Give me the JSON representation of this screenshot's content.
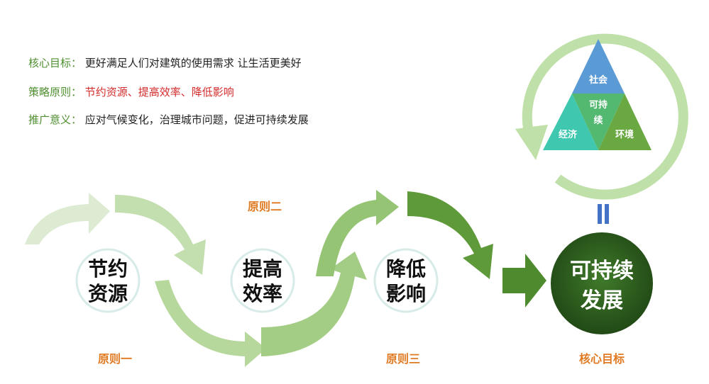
{
  "info": {
    "core_goal": {
      "label": "核心目标：",
      "text": "更好满足人们对建筑的使用需求  让生活更美好"
    },
    "strategy": {
      "label": "策略原则：",
      "text": "节约资源、提高效率、降低影响"
    },
    "promotion": {
      "label": "推广意义：",
      "text": "应对气候变化，治理城市问题，促进可持续发展"
    }
  },
  "principles": [
    {
      "label": "原则一",
      "line1": "节约",
      "line2": "资源"
    },
    {
      "label": "原则二",
      "line1": "提高",
      "line2": "效率"
    },
    {
      "label": "原则三",
      "line1": "降低",
      "line2": "影响"
    }
  ],
  "goal": {
    "label": "核心目标",
    "line1": "可持续",
    "line2": "发展"
  },
  "triangle": {
    "top": "社会",
    "center_line1": "可持",
    "center_line2": "续",
    "left": "经济",
    "right": "环境"
  },
  "colors": {
    "label_green": "#4e8f2f",
    "accent_red": "#d42b2b",
    "principle_orange": "#e07a22",
    "goal_dark": "#2f5e1f",
    "tri_blue": "#5b9bd5",
    "tri_teal": "#3fc7b0",
    "tri_green": "#6aa842",
    "equal_blue": "#4472c4"
  }
}
